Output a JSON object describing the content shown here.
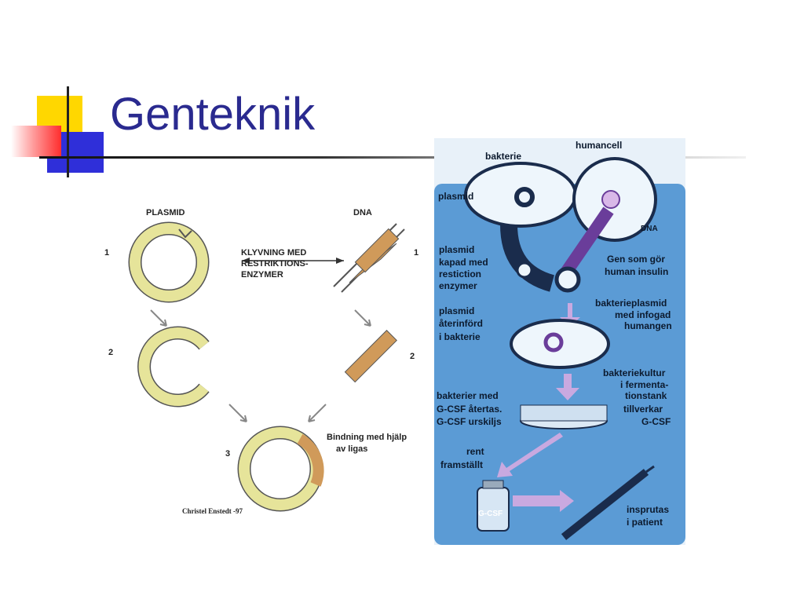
{
  "slide": {
    "title": "Genteknik"
  },
  "left_diagram": {
    "plasmid_label": "PLASMID",
    "dna_label": "DNA",
    "cut_label": [
      "KLYVNING MED",
      "RESTRIKTIONS-",
      "ENZYMER"
    ],
    "steps": [
      "1",
      "2",
      "3"
    ],
    "dna_steps": [
      "1",
      "2"
    ],
    "ligase_label": [
      "Bindning med hjälp",
      "av ligas"
    ],
    "credit": "Christel Enstedt -97"
  },
  "right_diagram": {
    "humancell": "humancell",
    "bakterie": "bakterie",
    "plasmid": "plasmid",
    "dna": "DNA",
    "plasmid_cut": [
      "plasmid",
      "kapad med",
      "restiction",
      "enzymer"
    ],
    "gene": [
      "Gen som gör",
      "human insulin"
    ],
    "bacterial_plasmid": [
      "bakterieplasmid",
      "med infogad",
      "humangen"
    ],
    "reinserted": [
      "plasmid",
      "återinförd",
      "i bakterie"
    ],
    "culture": [
      "bakteriekultur",
      "i fermenta-",
      "tionstank",
      "tillverkar",
      "G-CSF"
    ],
    "gcsf_sep": [
      "bakterier med",
      "G-CSF återtas.",
      "G-CSF urskiljs"
    ],
    "pure": [
      "rent",
      "framställt"
    ],
    "bottle": "G-CSF",
    "inject": [
      "insprutas",
      "i patient"
    ]
  },
  "colors": {
    "title": "#2a2a8f",
    "panel": "#5b9bd5",
    "plasmid_ring": "#e6e49a",
    "dna": "#d09a5a",
    "insert": "#6a3d9a"
  }
}
